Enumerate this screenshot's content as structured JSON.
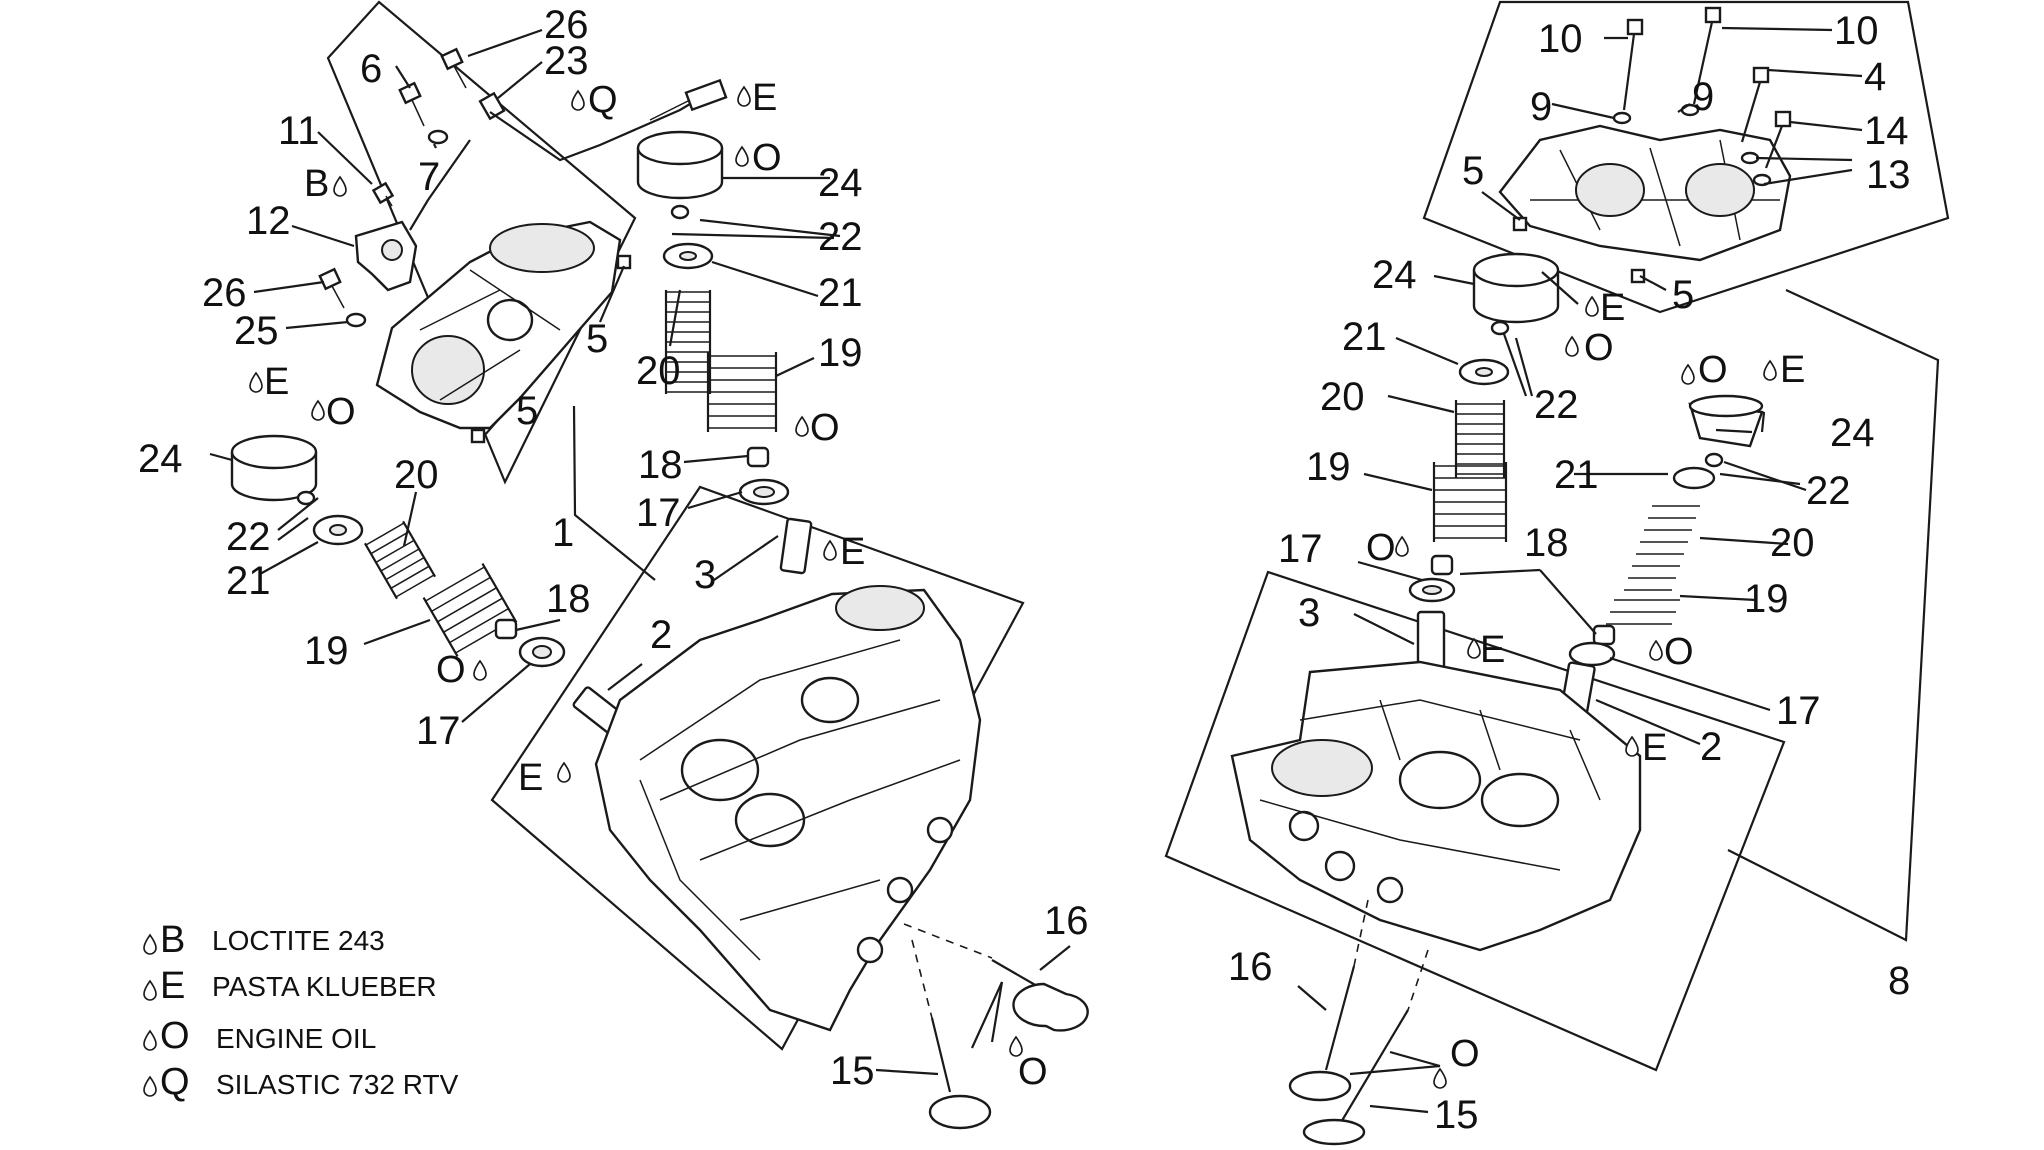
{
  "labels": {
    "l1": "1",
    "l2": "2",
    "l3": "3",
    "l4": "4",
    "l5": "5",
    "l6": "6",
    "l7": "7",
    "l8": "8",
    "l9": "9",
    "l10": "10",
    "l11": "11",
    "l12": "12",
    "l13": "13",
    "l14": "14",
    "l15": "15",
    "l16": "16",
    "l17": "17",
    "l18": "18",
    "l19": "19",
    "l20": "20",
    "l21": "21",
    "l22": "22",
    "l23": "23",
    "l24": "24",
    "l25": "25",
    "l26": "26"
  },
  "markers": {
    "B": "B",
    "E": "E",
    "O": "O",
    "Q": "Q"
  },
  "legend": [
    {
      "letter": "B",
      "text": "LOCTITE 243"
    },
    {
      "letter": "E",
      "text": "PASTA KLUEBER"
    },
    {
      "letter": "O",
      "text": "ENGINE OIL"
    },
    {
      "letter": "Q",
      "text": "SILASTIC 732 RTV"
    }
  ]
}
